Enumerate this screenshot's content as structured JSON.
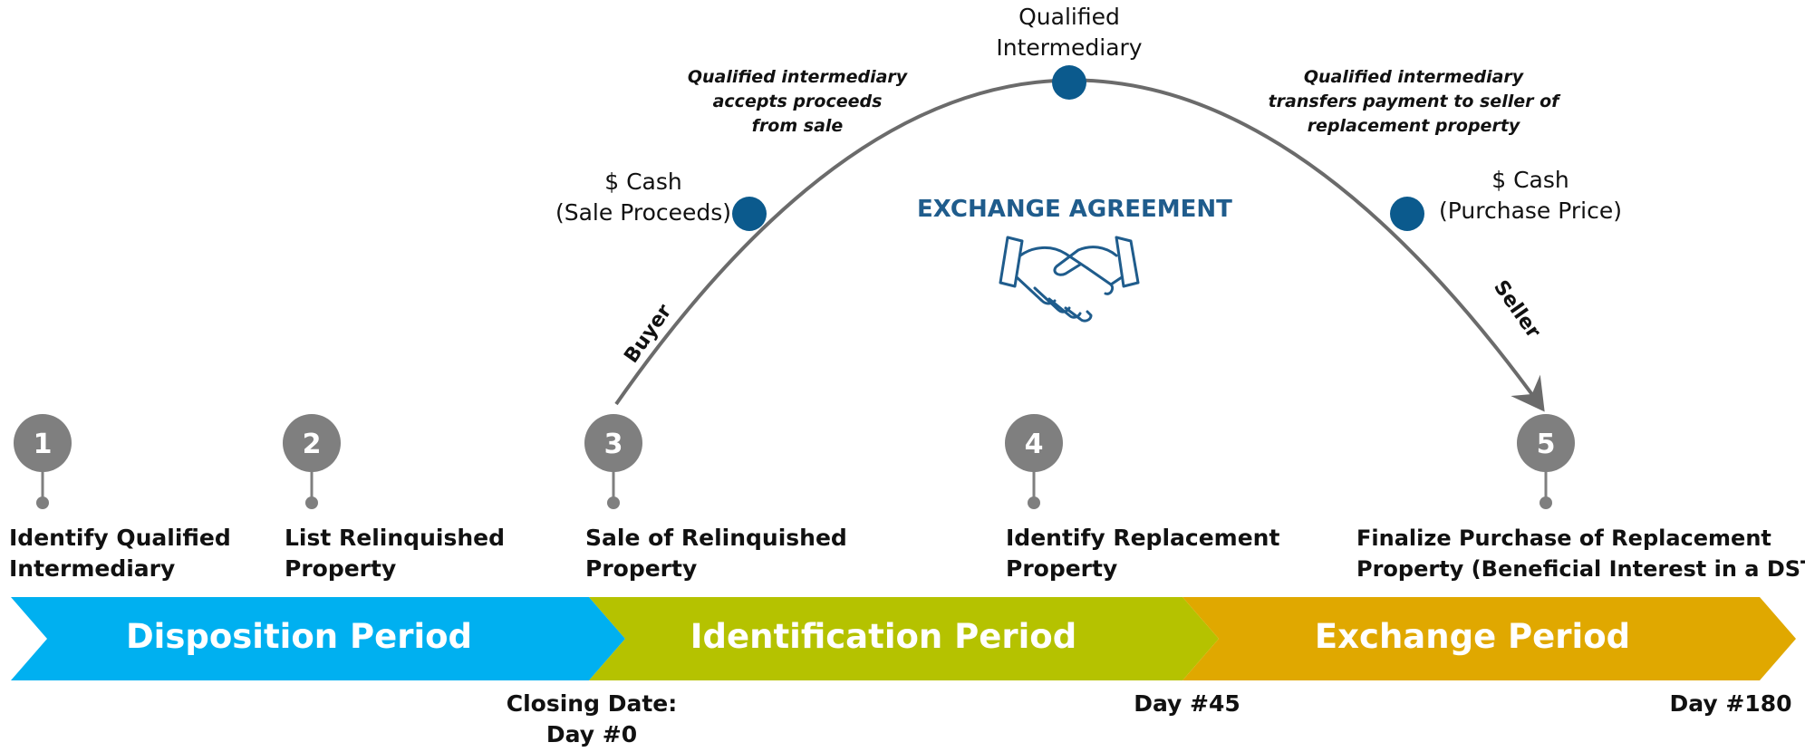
{
  "colors": {
    "disposition": "#00b0f0",
    "identification": "#b5c200",
    "exchange": "#e0a800",
    "node": "#0b5a8d",
    "step_circle": "#7f7f7f",
    "arc": "#6b6b6b",
    "agreement": "#1f5c8c"
  },
  "steps": [
    {
      "number": "1",
      "label_line1": "Identify Qualified",
      "label_line2": "Intermediary"
    },
    {
      "number": "2",
      "label_line1": "List Relinquished",
      "label_line2": "Property"
    },
    {
      "number": "3",
      "label_line1": "Sale of Relinquished",
      "label_line2": "Property"
    },
    {
      "number": "4",
      "label_line1": "Identify Replacement",
      "label_line2": "Property"
    },
    {
      "number": "5",
      "label_line1": "Finalize Purchase of Replacement",
      "label_line2": "Property (Beneficial Interest in a DST)"
    }
  ],
  "periods": [
    {
      "label": "Disposition Period"
    },
    {
      "label": "Identification Period"
    },
    {
      "label": "Exchange Period"
    }
  ],
  "days": [
    {
      "line1": "Closing Date:",
      "line2": "Day #0"
    },
    {
      "line1": "Day #45"
    },
    {
      "line1": "Day #180"
    }
  ],
  "arc": {
    "buyer_label": "Buyer",
    "seller_label": "Seller",
    "agreement_title": "EXCHANGE AGREEMENT",
    "agreement_icon": "handshake-icon",
    "nodes": {
      "left": {
        "line1": "$ Cash",
        "line2": "(Sale Proceeds)"
      },
      "top": {
        "line1": "Qualified",
        "line2": "Intermediary"
      },
      "right": {
        "line1": "$ Cash",
        "line2": "(Purchase Price)"
      }
    },
    "notes": {
      "left": {
        "line1": "Qualified intermediary",
        "line2": "accepts proceeds",
        "line3": "from sale"
      },
      "right": {
        "line1": "Qualified intermediary",
        "line2": "transfers payment to seller of",
        "line3": "replacement property"
      }
    }
  }
}
